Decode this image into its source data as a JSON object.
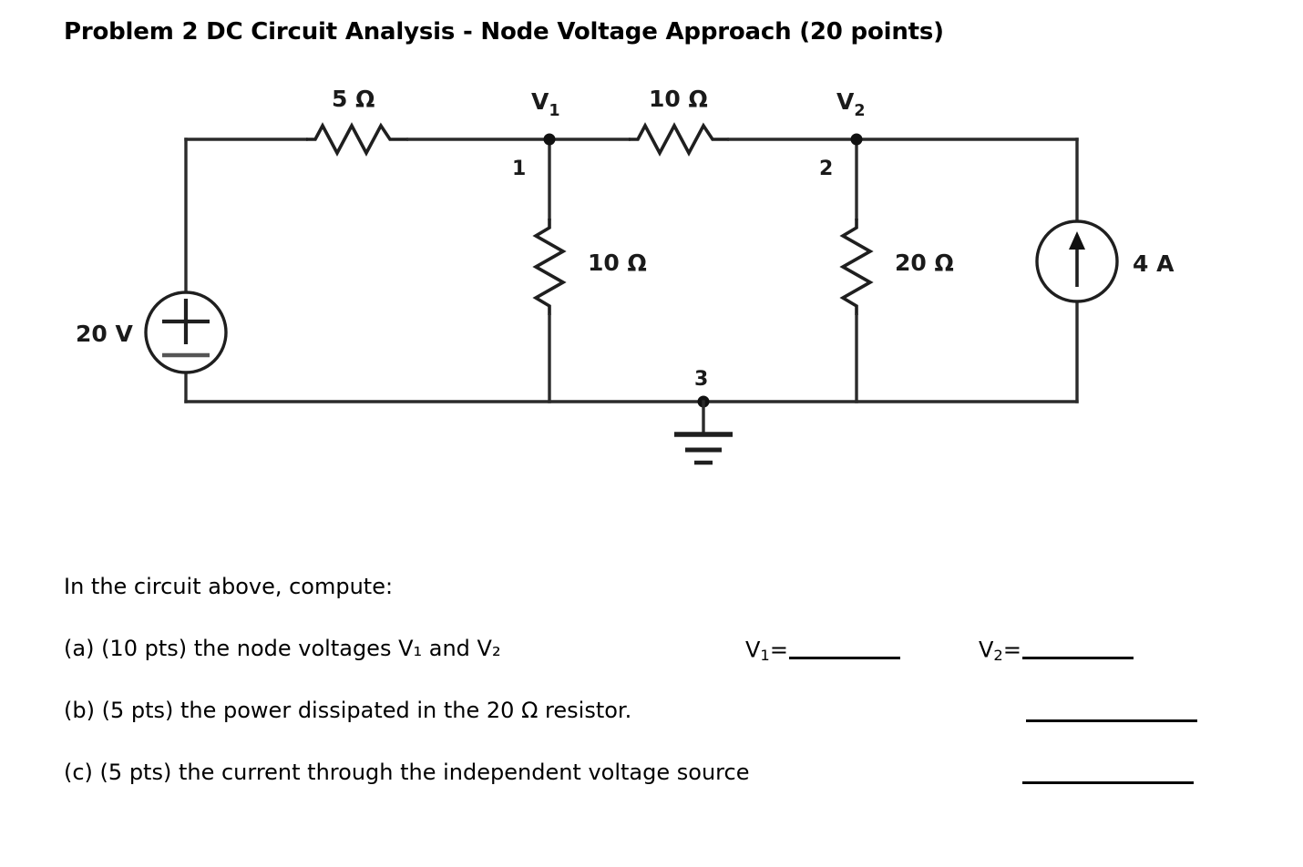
{
  "title": "Problem 2 DC Circuit Analysis - Node Voltage Approach (20 points)",
  "circuit": {
    "source_voltage": {
      "label": "20 V",
      "polarity_top": "+",
      "polarity_bottom": "−",
      "symbol": "voltage-source"
    },
    "source_current": {
      "label": "4 A",
      "direction": "up",
      "symbol": "current-source"
    },
    "resistors": {
      "r_series_left": "5 Ω",
      "r_series_mid": "10 Ω",
      "r_shunt_node1": "10 Ω",
      "r_shunt_node2": "20 Ω"
    },
    "node_labels": {
      "v1": "V",
      "v1_sub": "1",
      "v2": "V",
      "v2_sub": "2"
    },
    "node_numbers": {
      "n1": "1",
      "n2": "2",
      "n3": "3"
    },
    "ground_symbol": "ground"
  },
  "prompt": {
    "intro": "In the circuit above, compute:",
    "items": [
      "(a) (10 pts) the node voltages V₁ and V₂",
      "(b) (5 pts) the power dissipated in the 20 Ω resistor.",
      "(c) (5 pts) the current through the independent voltage source"
    ]
  },
  "answers": {
    "v1_prefix": "V",
    "v1_sub": "1",
    "v1_eq": "=",
    "v2_prefix": "V",
    "v2_sub": "2",
    "v2_eq": "="
  },
  "colors": {
    "ink": "#000000",
    "wire": "#2b2b2b",
    "background": "#ffffff"
  }
}
